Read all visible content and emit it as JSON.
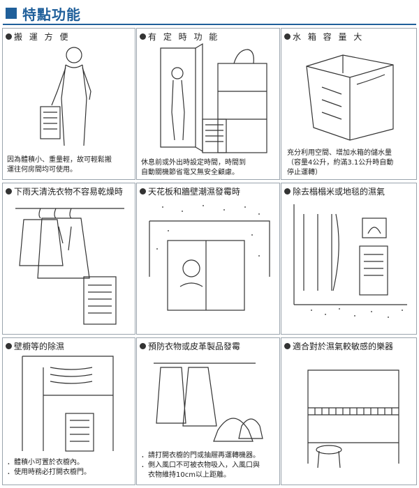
{
  "header": {
    "title": "特點功能"
  },
  "cells": [
    {
      "caption": "搬 運 方 便",
      "lines": [
        "因為體積小、重量輕，故可輕鬆搬",
        "運往何房間均可使用。"
      ]
    },
    {
      "caption": "有 定 時 功 能",
      "lines": [
        "休息前或外出時設定時間，時間到",
        "自動關機節省電又無安全顧慮。"
      ]
    },
    {
      "caption": "水 箱 容 量 大",
      "lines": [
        "充分利用空間、增加水箱的儲水量",
        "（容量4公升，約滿3.1公升時自動",
        "停止運轉）"
      ]
    },
    {
      "caption": "下雨天清洗衣物不容易乾燥時",
      "lines": []
    },
    {
      "caption": "天花板和牆壁潮濕發霉時",
      "lines": []
    },
    {
      "caption": "除去榻榻米或地毯的濕氣",
      "lines": []
    },
    {
      "caption": "壁櫥等的除濕",
      "lines": [
        "．體積小可置於衣櫥內。",
        "．使用時務必打開衣櫥門。"
      ]
    },
    {
      "caption": "預防衣物或皮革製品發霉",
      "lines": [
        "．請打開衣櫥的門或抽屜再運轉機器。",
        "．側入風口不可被衣物吸入，入風口與",
        "　衣物維持10cm以上距離。"
      ]
    },
    {
      "caption": "適合對於濕氣較敏感的樂器",
      "lines": []
    }
  ],
  "colors": {
    "accent": "#1f5f9a",
    "border": "#9aa4ad"
  }
}
